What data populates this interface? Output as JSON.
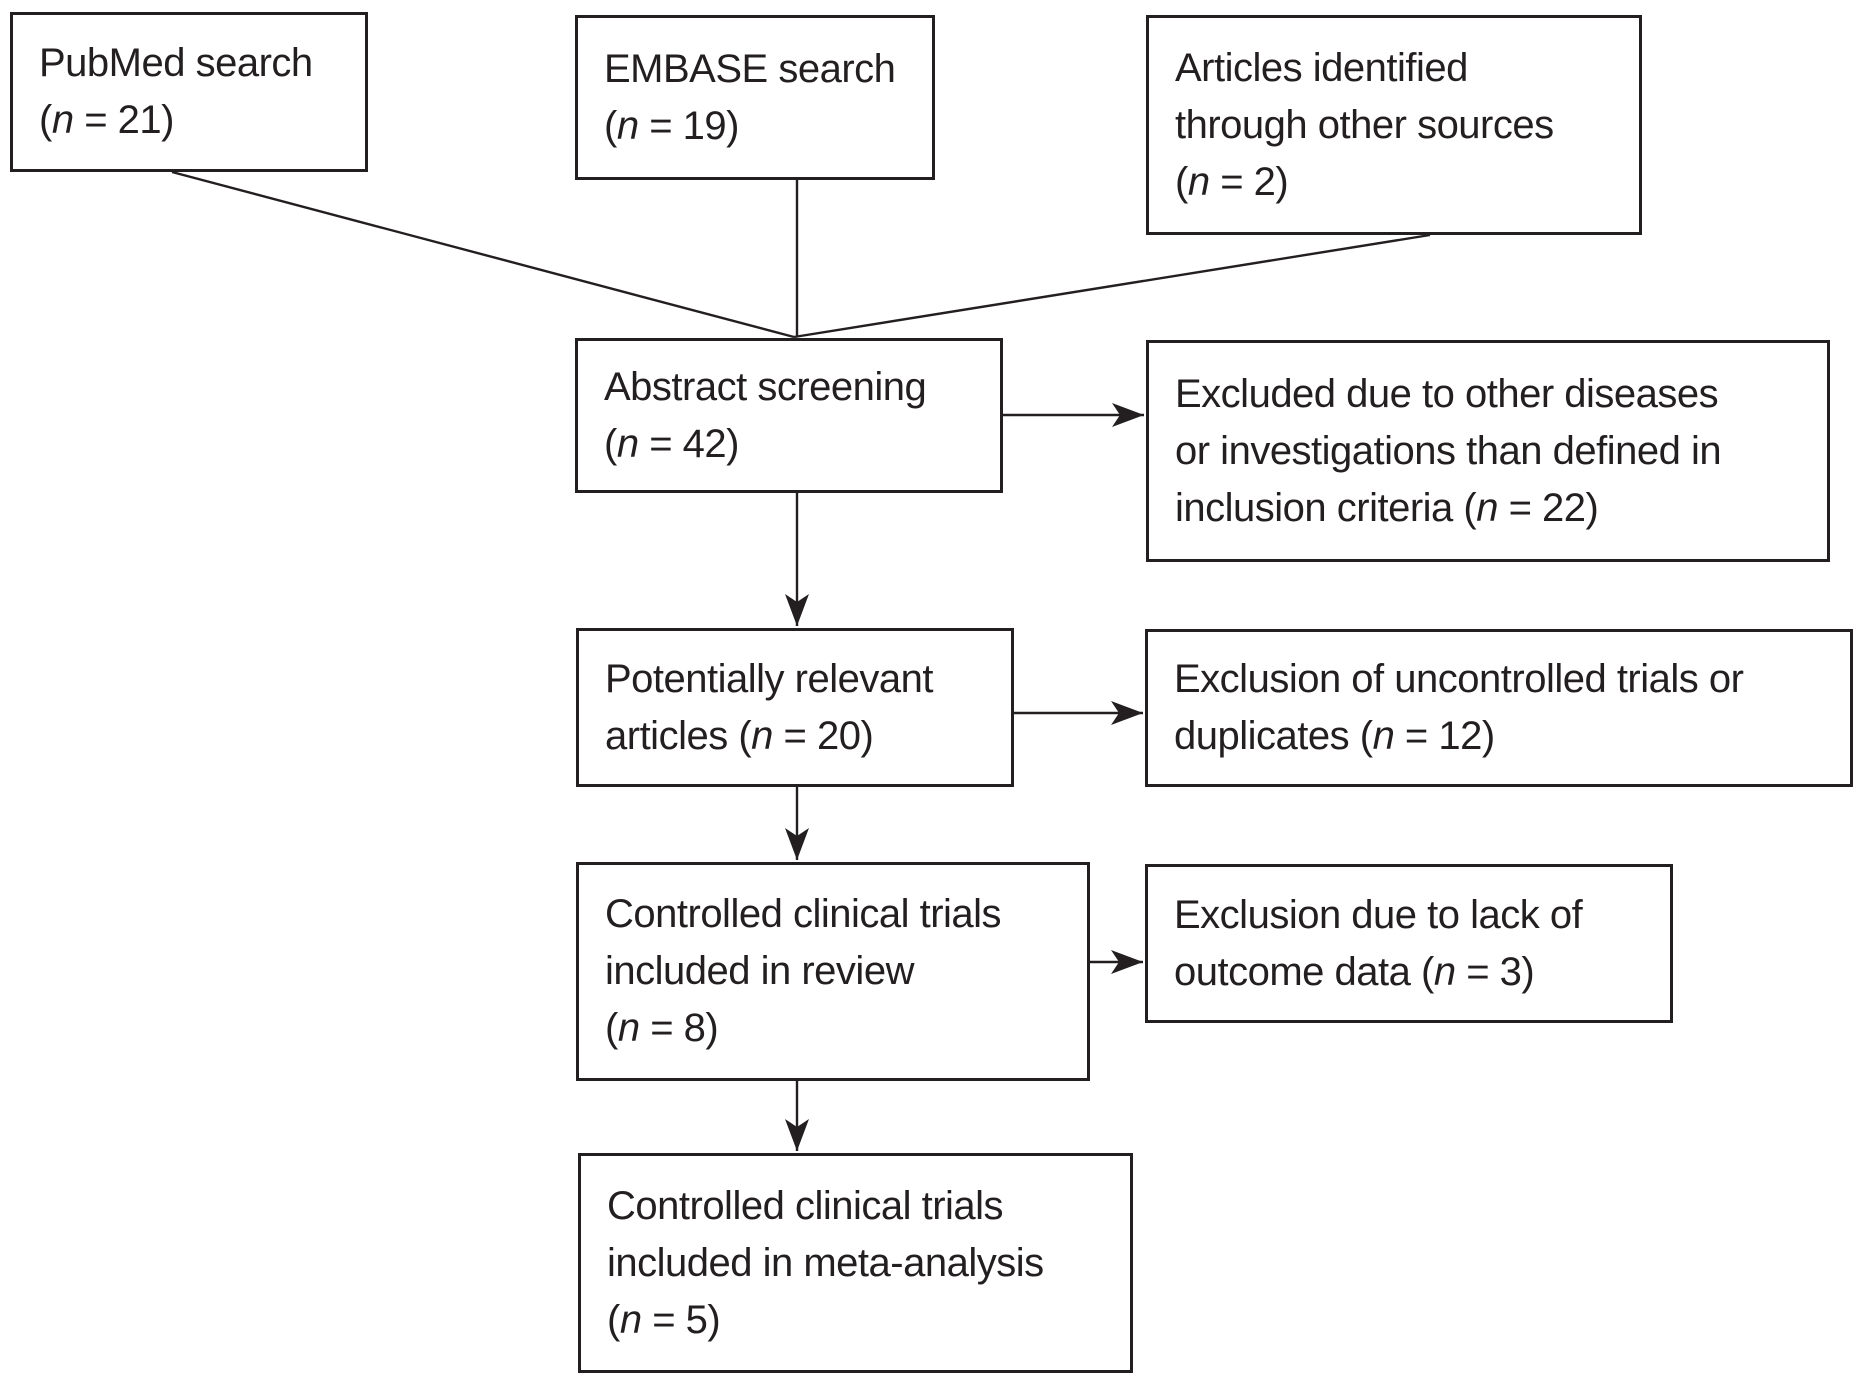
{
  "figure": {
    "type": "prisma-flowchart",
    "background_color": "#ffffff",
    "line_color": "#231f20",
    "text_color": "#231f20"
  },
  "boxes": {
    "pubmed": {
      "lines": [
        "PubMed search",
        "(n = 21)"
      ]
    },
    "embase": {
      "lines": [
        "EMBASE search",
        "(n = 19)"
      ]
    },
    "articles": {
      "lines": [
        "Articles identified",
        "through other sources",
        "(n = 2)"
      ]
    },
    "abstract": {
      "lines": [
        "Abstract screening",
        "(n = 42)"
      ]
    },
    "excluded1": {
      "lines": [
        "Excluded due to other diseases",
        "or investigations than defined in",
        "inclusion criteria (n = 22)"
      ]
    },
    "potential": {
      "lines": [
        "Potentially relevant",
        "articles (n = 20)"
      ]
    },
    "excluded2": {
      "lines": [
        "Exclusion of uncontrolled trials or",
        "duplicates (n = 12)"
      ]
    },
    "review": {
      "lines": [
        "Controlled clinical trials",
        "included in review",
        "(n = 8)"
      ]
    },
    "excluded3": {
      "lines": [
        "Exclusion due to lack of",
        "outcome data (n = 3)"
      ]
    },
    "meta": {
      "lines": [
        "Controlled clinical trials",
        "included in meta-analysis",
        "(n = 5)"
      ]
    }
  }
}
